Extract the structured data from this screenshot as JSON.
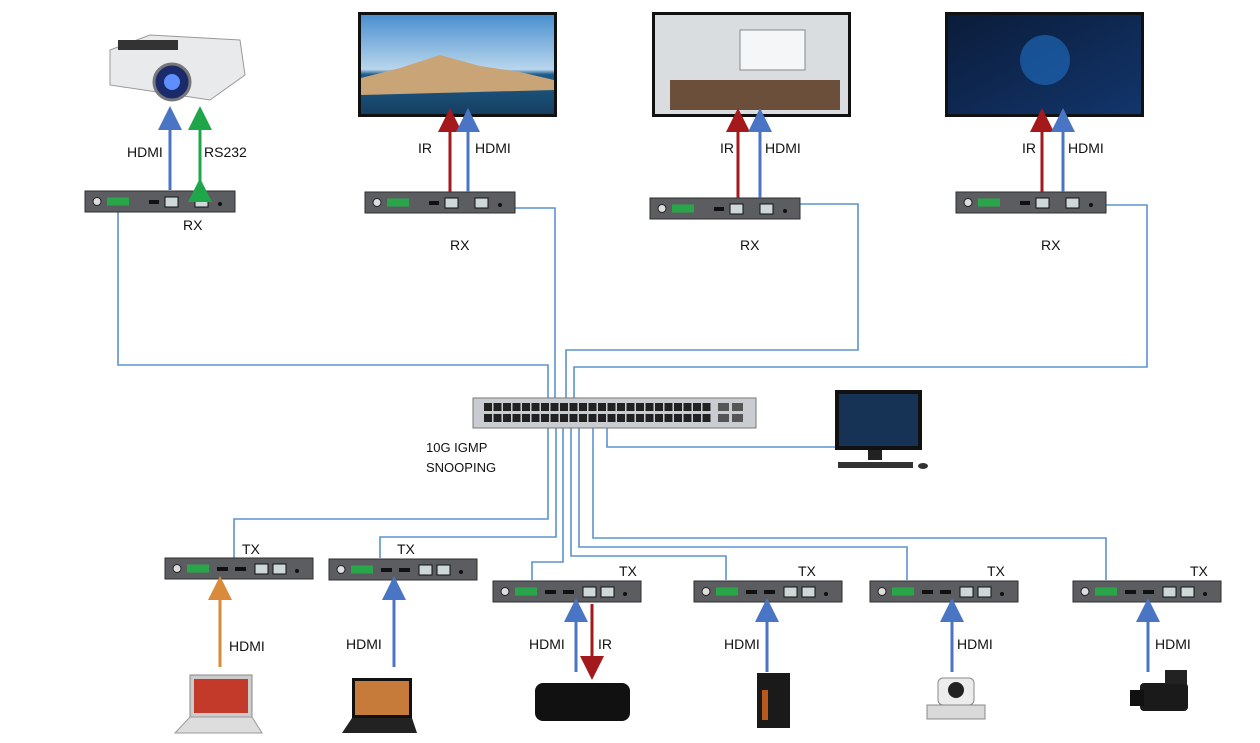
{
  "colors": {
    "hdmi": "#4a74c4",
    "ir": "#a3191c",
    "rs232": "#1fa64a",
    "laptop_hdmi": "#d98a3a",
    "cable": "#5b93cf",
    "device_box": "#5b5d60"
  },
  "switch": {
    "label_line1": "10G IGMP",
    "label_line2": "SNOOPING"
  },
  "receivers": [
    {
      "label": "RX",
      "display": "projector",
      "signals": [
        "HDMI",
        "RS232"
      ]
    },
    {
      "label": "RX",
      "display": "coastal-town-screen",
      "signals": [
        "IR",
        "HDMI"
      ]
    },
    {
      "label": "RX",
      "display": "meeting-room-screen",
      "signals": [
        "IR",
        "HDMI"
      ]
    },
    {
      "label": "RX",
      "display": "dashboard-screen",
      "signals": [
        "IR",
        "HDMI"
      ]
    }
  ],
  "transmitters": [
    {
      "label": "TX",
      "source": "laptop",
      "signals": [
        "HDMI"
      ]
    },
    {
      "label": "TX",
      "source": "laptop",
      "signals": [
        "HDMI"
      ]
    },
    {
      "label": "TX",
      "source": "media-player",
      "signals": [
        "HDMI",
        "IR"
      ]
    },
    {
      "label": "TX",
      "source": "pc-tower",
      "signals": [
        "HDMI"
      ]
    },
    {
      "label": "TX",
      "source": "ptz-camera",
      "signals": [
        "HDMI"
      ]
    },
    {
      "label": "TX",
      "source": "camcorder",
      "signals": [
        "HDMI"
      ]
    }
  ]
}
